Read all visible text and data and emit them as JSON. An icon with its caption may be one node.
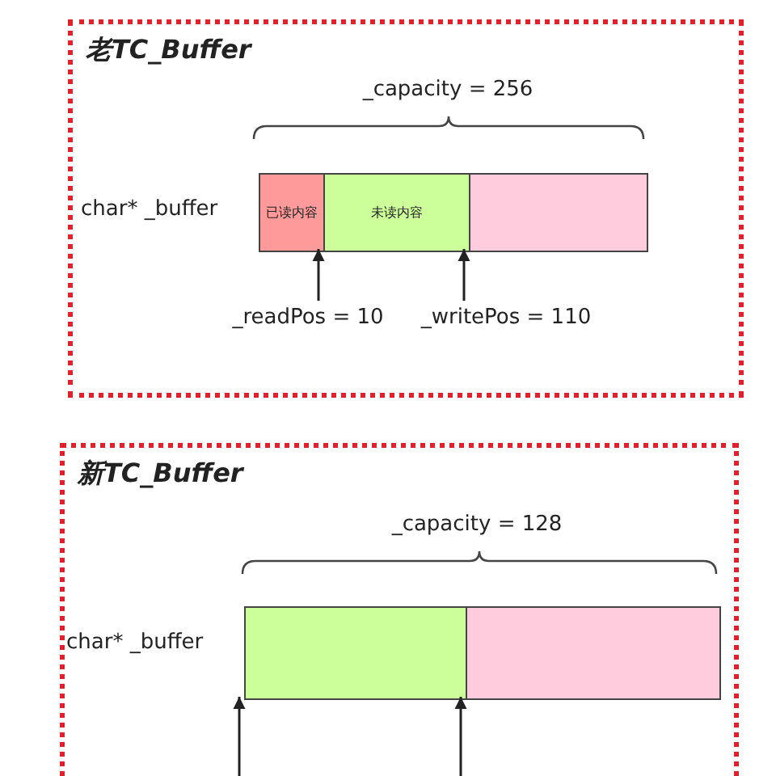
{
  "diagram": {
    "nodes": [
      {
        "text": [
          "老TC_Buffer"
        ]
      },
      {
        "text": [
          "已读内容"
        ],
        "in": 0
      },
      {
        "text": [
          "未读内容"
        ],
        "in": 0
      },
      {
        "text": [],
        "shape": "box",
        "in": 0
      },
      {
        "text": [
          "_readPos = 10"
        ],
        "in": 0
      },
      {
        "text": [
          "_writePos = 110"
        ],
        "in": 0
      },
      {
        "text": [
          "新TC_Buffer"
        ]
      },
      {
        "text": [],
        "shape": "box",
        "in": 6
      },
      {
        "text": [],
        "shape": "box",
        "in": 6
      }
    ],
    "edges": [
      {
        "from": 4,
        "to": 2,
        "arrow": "to"
      },
      {
        "from": 5,
        "to": 3,
        "arrow": "to"
      },
      {
        "from": null,
        "to": 7,
        "arrow": "to"
      },
      {
        "from": null,
        "to": 8,
        "arrow": "to"
      }
    ],
    "labels": [
      "_capacity = 256",
      "char* _buffer",
      "_capacity = 128",
      "char* _buffer"
    ]
  }
}
